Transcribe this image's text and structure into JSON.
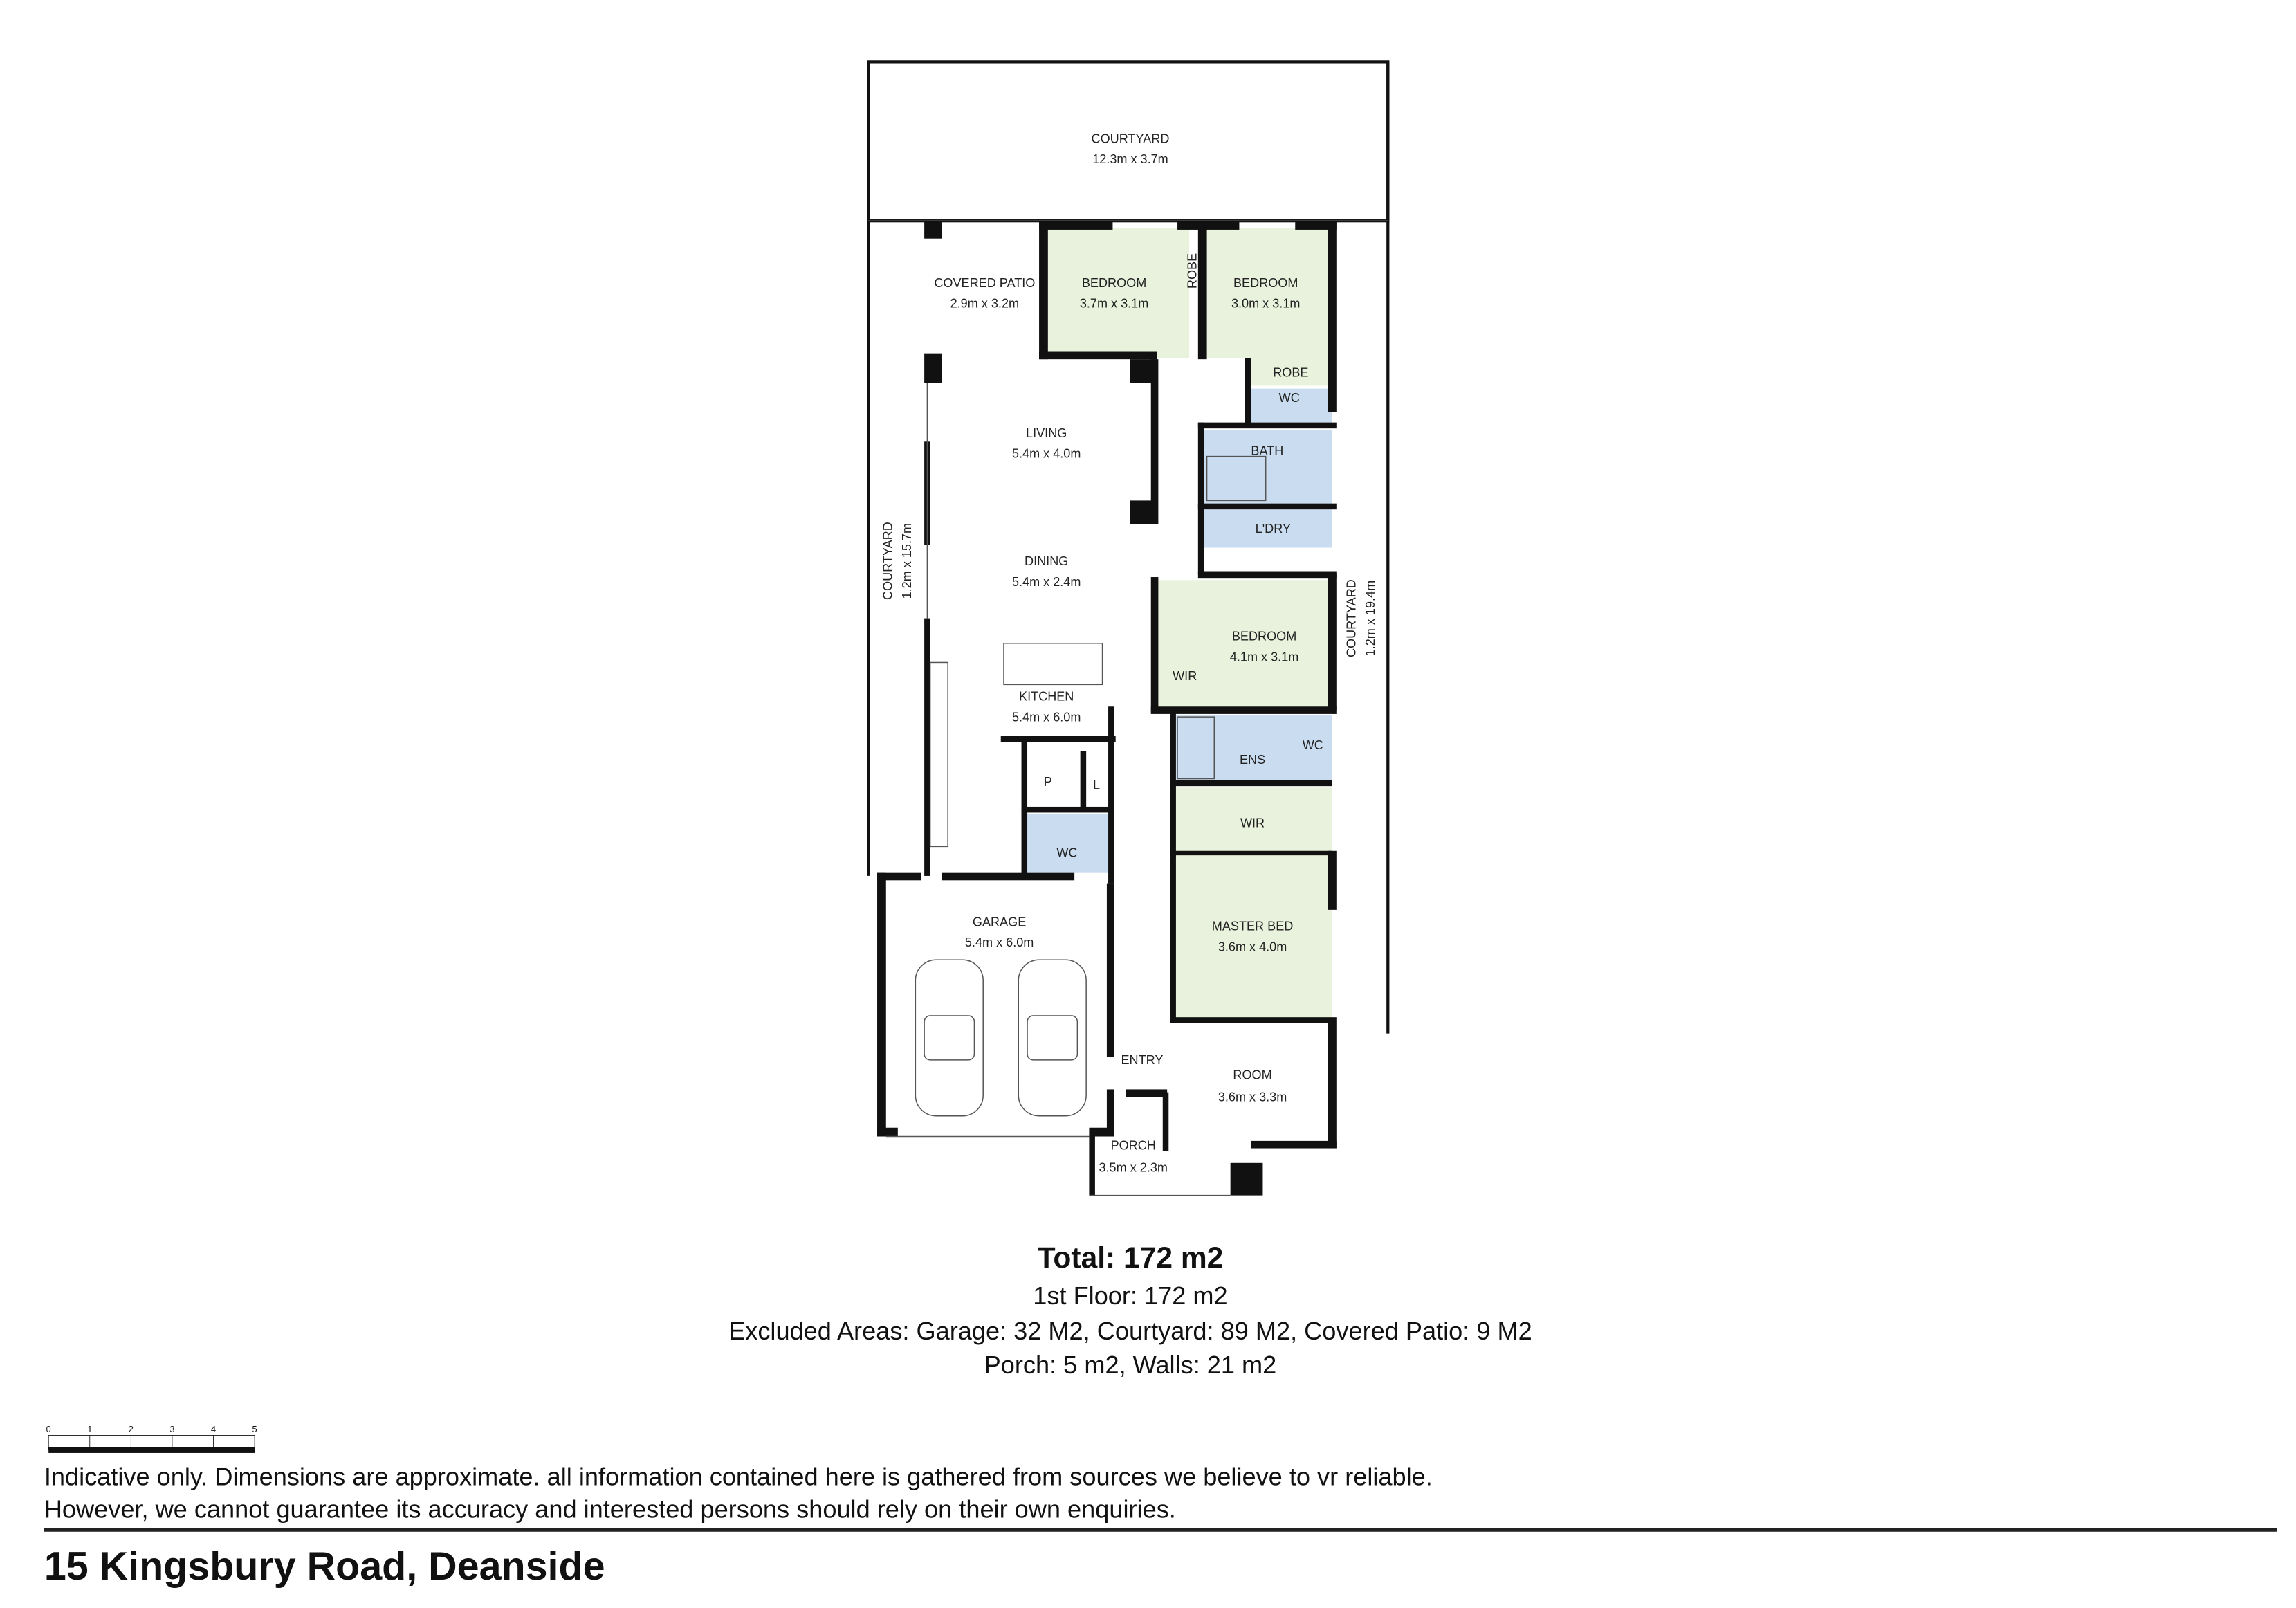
{
  "rooms": [
    {
      "name": "COURTYARD",
      "size": "12.3m x 3.7m"
    },
    {
      "name": "COVERED PATIO",
      "size": "2.9m x 3.2m"
    },
    {
      "name": "BEDROOM",
      "size": "3.7m x 3.1m"
    },
    {
      "name": "BEDROOM",
      "size": "3.0m x 3.1m"
    },
    {
      "name": "LIVING",
      "size": "5.4m x 4.0m"
    },
    {
      "name": "DINING",
      "size": "5.4m x 2.4m"
    },
    {
      "name": "KITCHEN",
      "size": "5.4m x 6.0m"
    },
    {
      "name": "COURTYARD",
      "size": "1.2m x 15.7m"
    },
    {
      "name": "BEDROOM",
      "size": "4.1m x 3.1m"
    },
    {
      "name": "COURTYARD",
      "size": "1.2m x 19.4m"
    },
    {
      "name": "GARAGE",
      "size": "5.4m x 6.0m"
    },
    {
      "name": "MASTER BED",
      "size": "3.6m x 4.0m"
    },
    {
      "name": "ROOM",
      "size": "3.6m x 3.3m"
    },
    {
      "name": "PORCH",
      "size": "3.5m x 2.3m"
    }
  ],
  "small_labels": {
    "robe_1": "ROBE",
    "robe_2": "ROBE",
    "wc_1": "WC",
    "bath": "BATH",
    "laundry": "L'DRY",
    "wir_1": "WIR",
    "ens": "ENS",
    "wc_2": "WC",
    "wir_2": "WIR",
    "pantry": "P",
    "linen": "L",
    "wc_3": "WC",
    "entry": "ENTRY"
  },
  "colors": {
    "bedroom_fill": "#e9f2dc",
    "wet_area_fill": "#c9dcf0",
    "wall": "#111111"
  },
  "summary": {
    "total": "Total: 172 m2",
    "floor": "1st Floor: 172 m2",
    "excluded": "Excluded Areas:  Garage: 32 M2,  Courtyard: 89 M2,  Covered Patio:  9 M2",
    "porch_walls": "Porch: 5  m2,  Walls: 21 m2"
  },
  "scale_bar": {
    "ticks": [
      "0",
      "1",
      "2",
      "3",
      "4",
      "5"
    ]
  },
  "disclaimer": {
    "line1": "Indicative only. Dimensions are approximate. all information contained here is gathered from sources we believe to vr reliable.",
    "line2": "However, we cannot guarantee its accuracy and interested persons should rely on their own enquiries."
  },
  "address": "15 Kingsbury Road, Deanside"
}
